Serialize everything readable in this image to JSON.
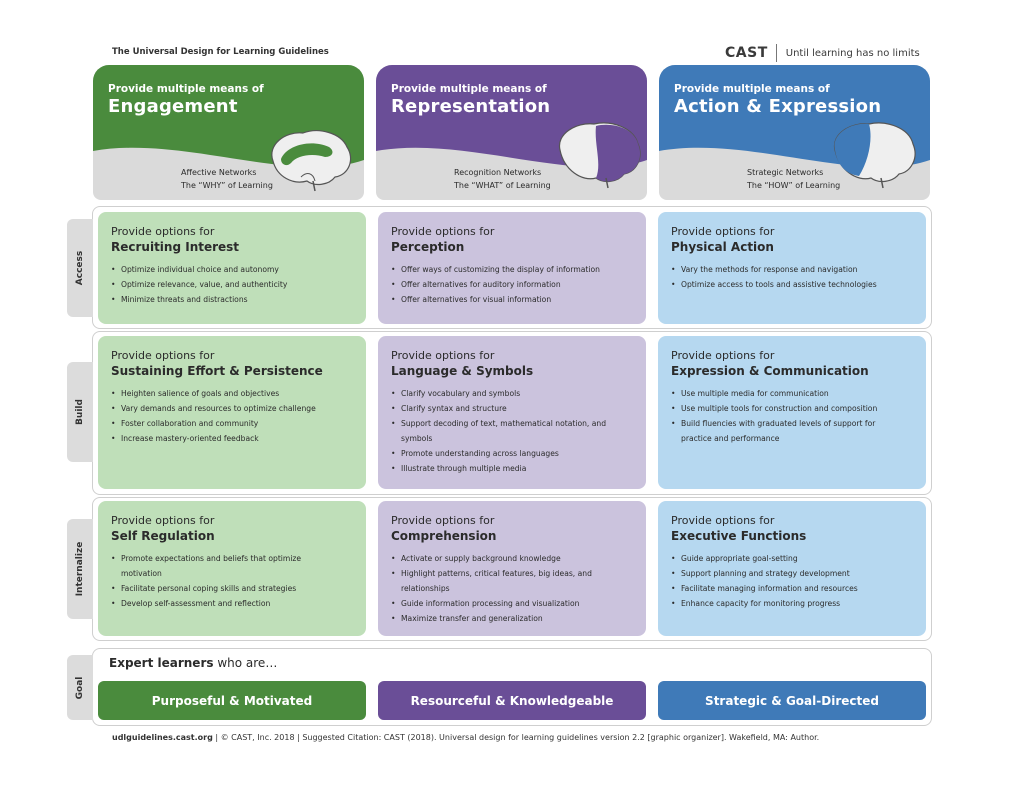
{
  "doc_title": "The Universal Design for Learning Guidelines",
  "brand": {
    "name": "CAST",
    "tagline": "Until learning has no limits"
  },
  "colors": {
    "engagement": "#4a8b3d",
    "representation": "#6a4e97",
    "action": "#3f7ab8",
    "green_light": "#bfdfb9",
    "purple_light": "#cbc3dd",
    "blue_light": "#b6d8f0"
  },
  "principles": [
    {
      "prefix": "Provide multiple means of",
      "title": "Engagement",
      "network": "Affective Networks",
      "question": "The “WHY” of Learning",
      "icon": "brain-icon"
    },
    {
      "prefix": "Provide multiple means of",
      "title": "Representation",
      "network": "Recognition Networks",
      "question": "The “WHAT” of Learning",
      "icon": "brain-icon"
    },
    {
      "prefix": "Provide multiple means of",
      "title": "Action & Expression",
      "network": "Strategic Networks",
      "question": "The “HOW” of Learning",
      "icon": "brain-icon"
    }
  ],
  "rows": [
    {
      "label": "Access",
      "cells": [
        {
          "prefix": "Provide options for",
          "title": "Recruiting Interest",
          "items": [
            "Optimize individual choice and autonomy",
            "Optimize relevance, value, and authenticity",
            "Minimize threats and distractions"
          ]
        },
        {
          "prefix": "Provide options for",
          "title": "Perception",
          "items": [
            "Offer ways of customizing the display of information",
            "Offer alternatives for auditory information",
            "Offer alternatives for visual information"
          ]
        },
        {
          "prefix": "Provide options for",
          "title": "Physical Action",
          "items": [
            "Vary the methods for response and navigation",
            "Optimize access to tools and assistive technologies"
          ]
        }
      ]
    },
    {
      "label": "Build",
      "cells": [
        {
          "prefix": "Provide options for",
          "title": "Sustaining Effort & Persistence",
          "items": [
            "Heighten salience of goals and objectives",
            "Vary demands and resources to optimize challenge",
            "Foster collaboration and community",
            "Increase mastery-oriented feedback"
          ]
        },
        {
          "prefix": "Provide options for",
          "title": "Language & Symbols",
          "items": [
            "Clarify vocabulary and symbols",
            "Clarify syntax and structure",
            "Support decoding of text, mathematical notation, and symbols",
            "Promote understanding across languages",
            "Illustrate through multiple media"
          ]
        },
        {
          "prefix": "Provide options for",
          "title": "Expression & Communication",
          "items": [
            "Use multiple media for communication",
            "Use multiple tools for construction and composition",
            "Build fluencies with graduated levels of support for practice and performance"
          ]
        }
      ]
    },
    {
      "label": "Internalize",
      "cells": [
        {
          "prefix": "Provide options for",
          "title": "Self Regulation",
          "items": [
            "Promote expectations and beliefs that optimize motivation",
            "Facilitate personal coping skills and strategies",
            "Develop self-assessment and reflection"
          ]
        },
        {
          "prefix": "Provide options for",
          "title": "Comprehension",
          "items": [
            "Activate or supply background knowledge",
            "Highlight patterns, critical features, big ideas, and relationships",
            "Guide information processing and visualization",
            "Maximize transfer and generalization"
          ]
        },
        {
          "prefix": "Provide options for",
          "title": "Executive Functions",
          "items": [
            "Guide appropriate goal-setting",
            "Support planning and strategy development",
            "Facilitate managing information and resources",
            "Enhance capacity for monitoring progress"
          ]
        }
      ]
    }
  ],
  "goal": {
    "label": "Goal",
    "lead_bold": "Expert learners",
    "lead_rest": " who are…",
    "outcomes": [
      "Purposeful & Motivated",
      "Resourceful & Knowledgeable",
      "Strategic & Goal-Directed"
    ]
  },
  "footer": {
    "site": "udlguidelines.cast.org",
    "rest": " | © CAST, Inc. 2018  |  Suggested Citation: CAST (2018). Universal design for learning guidelines version 2.2 [graphic organizer]. Wakefield, MA: Author."
  }
}
